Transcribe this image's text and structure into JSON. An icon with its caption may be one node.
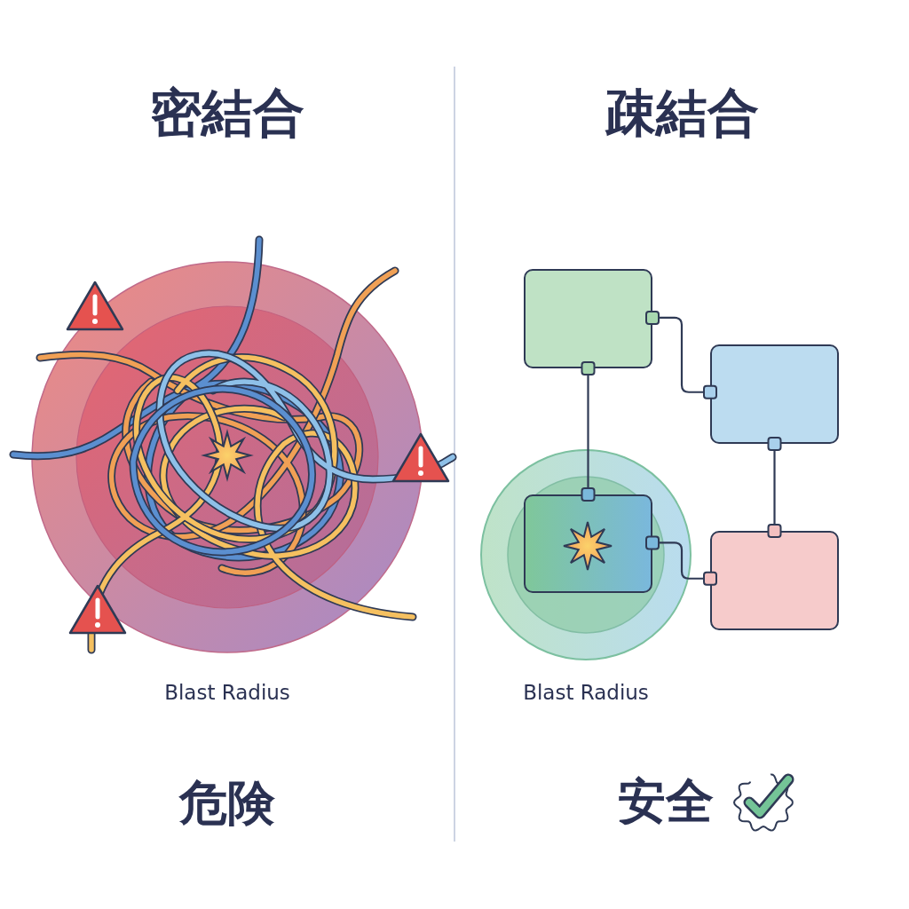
{
  "diagram": {
    "nodes": [
      {
        "text": [],
        "shape": "box"
      },
      {
        "text": [],
        "shape": "box"
      },
      {
        "text": [],
        "shape": "box"
      },
      {
        "text": [],
        "shape": "box"
      }
    ],
    "edges": [
      {
        "from": 0,
        "to": 1,
        "arrow": "other"
      },
      {
        "from": 0,
        "to": 2,
        "arrow": "other"
      },
      {
        "from": 1,
        "to": 3,
        "arrow": "other"
      },
      {
        "from": 2,
        "to": 3,
        "arrow": "other"
      }
    ],
    "labels": [
      "密結合",
      "疎結合",
      "Blast Radius",
      "Blast Radius",
      "危険",
      "安全"
    ]
  }
}
